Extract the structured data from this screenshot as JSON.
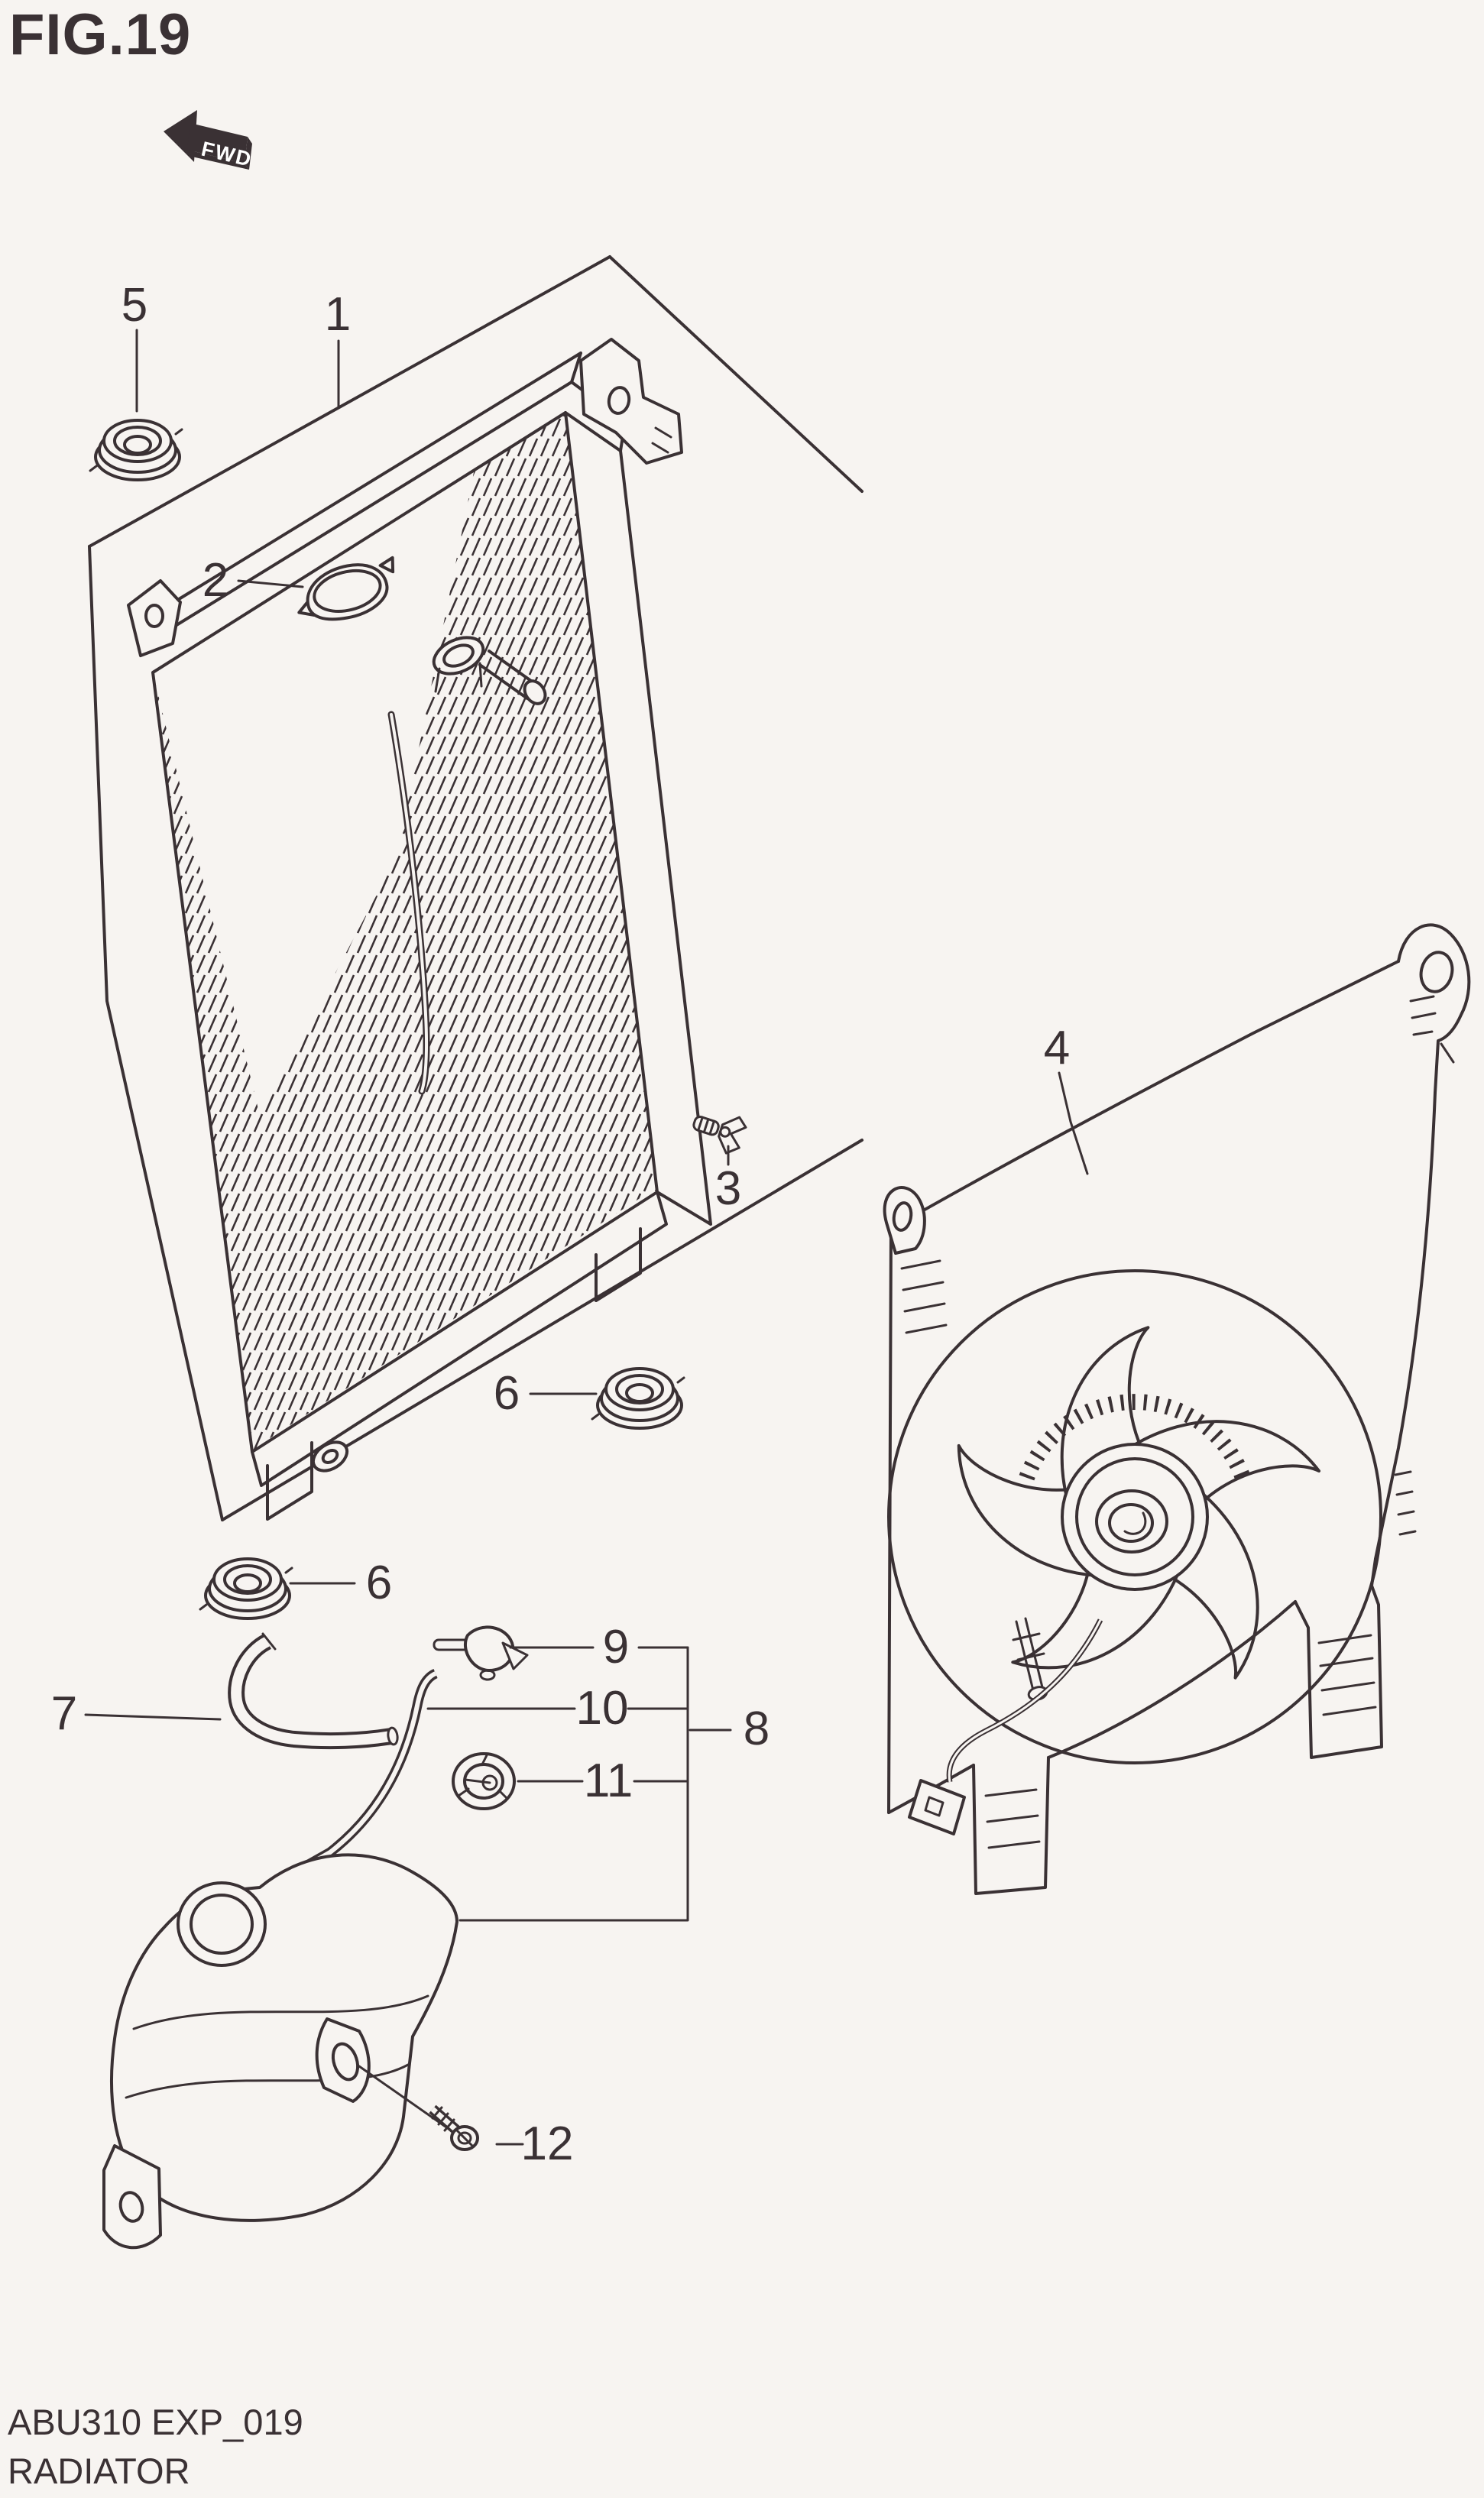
{
  "header": {
    "figure_label": "FIG.19",
    "fwd_label": "FWD"
  },
  "footer": {
    "code": "ABU310 EXP_019",
    "name": "RADIATOR"
  },
  "callouts": {
    "c1": "1",
    "c2": "2",
    "c3": "3",
    "c4": "4",
    "c5": "5",
    "c6_upper": "6",
    "c6_lower": "6",
    "c7": "7",
    "c8": "8",
    "c9": "9",
    "c10": "10",
    "c11": "11",
    "c12": "12"
  },
  "colors": {
    "background": "#f7f4f1",
    "ink": "#3a3134"
  }
}
